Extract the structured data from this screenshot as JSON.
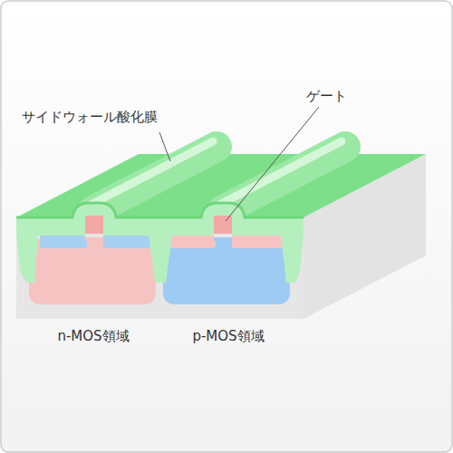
{
  "diagram": {
    "labels": [
      "サイドウォール酸化膜",
      "ゲート",
      "n-MOS領域",
      "p-MOS領域"
    ]
  }
}
